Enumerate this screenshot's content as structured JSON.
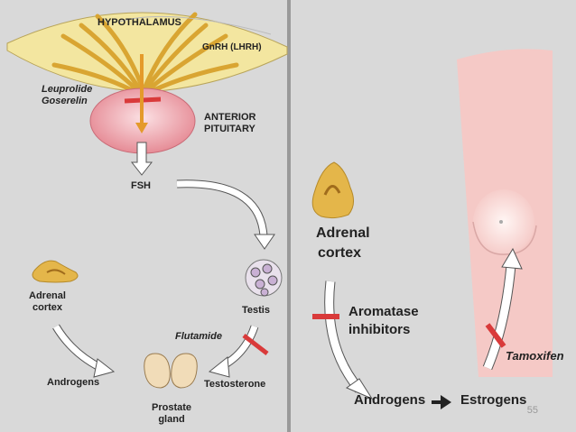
{
  "left_panel": {
    "hypothalamus": "HYPOTHALAMUS",
    "gnrh": "GnRH (LHRH)",
    "drug_1": "Leuprolide",
    "drug_2": "Goserelin",
    "anterior_pituitary_1": "ANTERIOR",
    "anterior_pituitary_2": "PITUITARY",
    "fsh": "FSH",
    "adrenal_1": "Adrenal",
    "adrenal_2": "cortex",
    "testis": "Testis",
    "flutamide": "Flutamide",
    "androgens": "Androgens",
    "testosterone": "Testosterone",
    "prostate_1": "Prostate",
    "prostate_2": "gland"
  },
  "right_panel": {
    "adrenal_1": "Adrenal",
    "adrenal_2": "cortex",
    "aromatase_1": "Aromatase",
    "aromatase_2": "inhibitors",
    "tamoxifen": "Tamoxifen",
    "androgens": "Androgens",
    "estrogens": "Estrogens"
  },
  "page_number": "55",
  "colors": {
    "background": "#d9d9d9",
    "hypothalamus": "#f3e6a0",
    "nerve": "#e3b43a",
    "pituitary": "#ec9aa4",
    "adrenal": "#e4b64a",
    "skin": "#f5c9c6",
    "block": "#d93a3a",
    "divider": "#8a8a8a"
  }
}
